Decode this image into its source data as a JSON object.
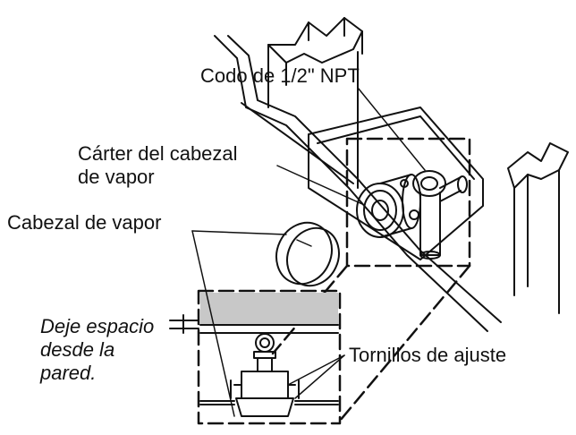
{
  "labels": {
    "elbow": "Codo de 1/2\" NPT",
    "housing_line1": "Cárter del cabezal",
    "housing_line2": "de vapor",
    "head": "Cabezal de vapor",
    "clearance_line1": "Deje espacio",
    "clearance_line2": "desde la",
    "clearance_line3": "pared.",
    "screws": "Tornillos de ajuste"
  },
  "colors": {
    "ink": "#111111",
    "ceiling_band": "#c8c8c8"
  }
}
